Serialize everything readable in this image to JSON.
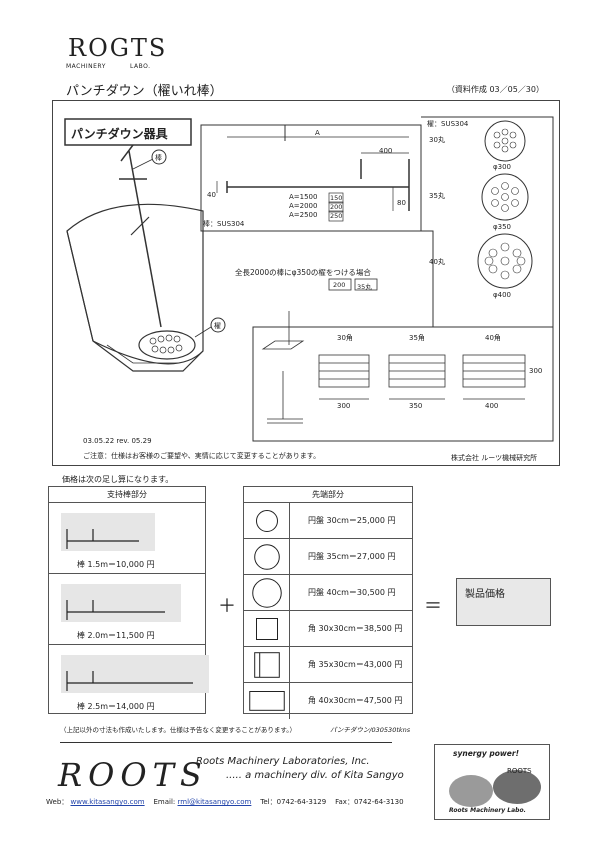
{
  "logo": {
    "brand": "ROGTS",
    "sub_left": "MACHINERY",
    "sub_right": "LABO."
  },
  "doc_title": "パンチダウン（櫂いれ棒）",
  "doc_date": "（資料作成 03／05／30）",
  "drawing": {
    "heading": "パンチダウン器具",
    "rod_label": "棒",
    "paddle_label": "櫂",
    "sus_rod": "棒：SUS304",
    "sus_paddle": "櫂：SUS304",
    "dim_a": "A",
    "dim_400": "400",
    "dim_40": "40",
    "dim_80": "80",
    "a_values": [
      {
        "label": "A=1500",
        "code": "150"
      },
      {
        "label": "A=2000",
        "code": "200"
      },
      {
        "label": "A=2500",
        "code": "250"
      }
    ],
    "disc_labels": [
      "30丸",
      "35丸",
      "40丸"
    ],
    "disc_dims": [
      "φ300",
      "φ350",
      "φ400"
    ],
    "example_text": "全長2000の棒にφ350の櫂をつける場合",
    "example_code_a": "200",
    "example_code_b": "35丸",
    "square_labels": [
      "30角",
      "35角",
      "40角"
    ],
    "square_dims": [
      "300",
      "350",
      "400"
    ],
    "square_height": "300",
    "revision": "03.05.22 rev. 05.29",
    "caution": "ご注意：仕様はお客様のご要望や、実情に応じて変更することがあります。",
    "company": "株式会社 ルーツ機械研究所"
  },
  "price_note": "価格は次の足し算になります。",
  "support": {
    "header": "支持棒部分",
    "rows": [
      {
        "label": "棒 1.5m＝10,000 円"
      },
      {
        "label": "棒 2.0m＝11,500 円"
      },
      {
        "label": "棒 2.5m＝14,000 円"
      }
    ]
  },
  "tip": {
    "header": "先端部分",
    "rows": [
      {
        "shape": "circle",
        "size": 0.7,
        "label": "円盤 30cm＝25,000 円"
      },
      {
        "shape": "circle",
        "size": 0.82,
        "label": "円盤 35cm＝27,000 円"
      },
      {
        "shape": "circle",
        "size": 0.95,
        "label": "円盤 40cm＝30,500 円"
      },
      {
        "shape": "square",
        "size": 0.7,
        "label": "角 30x30cm＝38,500 円"
      },
      {
        "shape": "square-line",
        "size": 0.82,
        "label": "角 35x30cm＝43,000 円"
      },
      {
        "shape": "rect",
        "size": 0.95,
        "label": "角 40x30cm＝47,500 円"
      }
    ]
  },
  "plus": "＋",
  "equals": "＝",
  "product_price_label": "製品価格",
  "footnote_left": "（上記以外の寸法も作成いたします。仕様は予告なく変更することがあります。）",
  "footnote_right": "パンチダウン/030530tkns",
  "footer": {
    "roots": "ROOTS",
    "company_en": "Roots Machinery Laboratories, Inc.",
    "division": "..... a machinery div. of Kita Sangyo",
    "web_label": "Web：",
    "web": "www.kitasangyo.com",
    "email_label": "Email:",
    "email": "rml@kitasangyo.com",
    "tel": "Tel：0742-64-3129",
    "fax": "Fax：0742-64-3130",
    "badge_top": "synergy power!",
    "badge_roots": "ROOTS",
    "badge_bottom": "Roots Machinery Labo."
  }
}
